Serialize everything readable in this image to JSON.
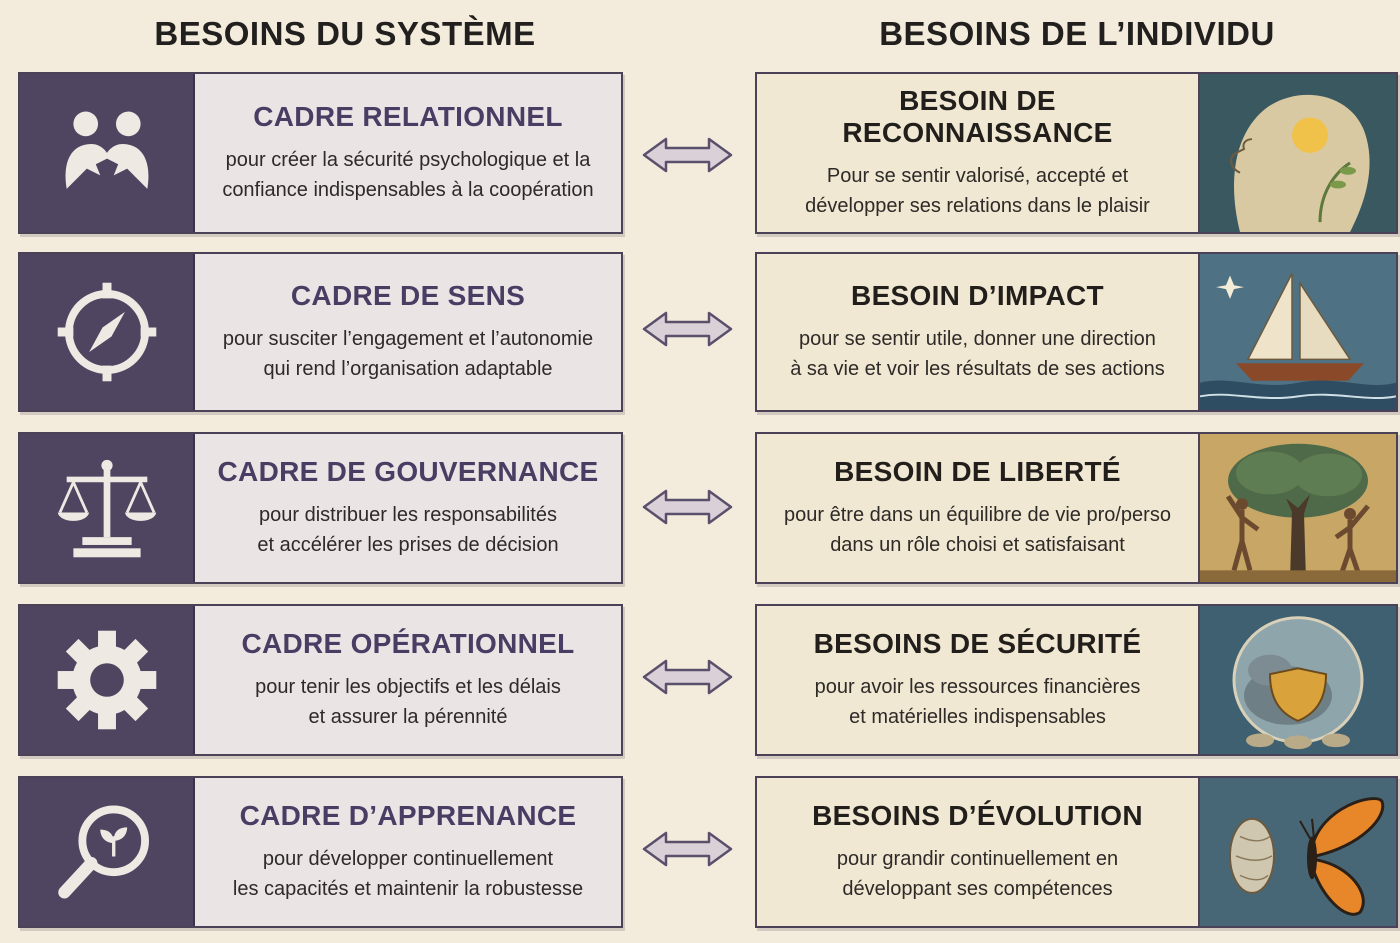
{
  "headers": {
    "left": "BESOINS DU SYSTÈME",
    "right": "BESOINS DE L’INDIVIDU"
  },
  "system": [
    {
      "icon": "partnership-icon",
      "title": "CADRE RELATIONNEL",
      "desc": [
        "pour créer la sécurité psychologique et la",
        "confiance indispensables à la coopération"
      ]
    },
    {
      "icon": "compass-icon",
      "title": "CADRE DE SENS",
      "desc": [
        "pour susciter l’engagement et l’autonomie",
        "qui rend l’organisation adaptable"
      ]
    },
    {
      "icon": "scales-icon",
      "title": "CADRE DE GOUVERNANCE",
      "desc": [
        "pour distribuer les responsabilités",
        "et accélérer les prises de décision"
      ]
    },
    {
      "icon": "gear-icon",
      "title": "CADRE OPÉRATIONNEL",
      "desc": [
        "pour tenir les objectifs et les délais",
        "et assurer la pérennité"
      ]
    },
    {
      "icon": "magnifier-sprout-icon",
      "title": "CADRE D’APPRENANCE",
      "desc": [
        "pour développer continuellement",
        "les capacités et maintenir la robustesse"
      ]
    }
  ],
  "individual": [
    {
      "illustration": "head-sun-illustration",
      "title": "BESOIN DE RECONNAISSANCE",
      "desc": [
        "Pour se sentir valorisé, accepté et",
        "développer ses relations dans le plaisir"
      ]
    },
    {
      "illustration": "sailboat-illustration",
      "title": "BESOIN D’IMPACT",
      "desc": [
        "pour se sentir utile, donner une direction",
        "à sa vie et voir les résultats de ses actions"
      ]
    },
    {
      "illustration": "tree-people-illustration",
      "title": "BESOIN DE LIBERTÉ",
      "desc": [
        "pour être dans un équilibre de vie pro/perso",
        "dans un rôle choisi et satisfaisant"
      ]
    },
    {
      "illustration": "shield-globe-illustration",
      "title": "BESOINS DE SÉCURITÉ",
      "desc": [
        "pour avoir les ressources financières",
        "et matérielles indispensables"
      ]
    },
    {
      "illustration": "butterfly-illustration",
      "title": "BESOINS D’ÉVOLUTION",
      "desc": [
        "pour grandir continuellement en",
        "développant ses compétences"
      ]
    }
  ],
  "colors": {
    "background": "#f3ecdc",
    "system_icon_panel": "#4f4560",
    "system_title": "#4a3d63",
    "border": "#4c4258",
    "arrow": "#5a506b"
  }
}
